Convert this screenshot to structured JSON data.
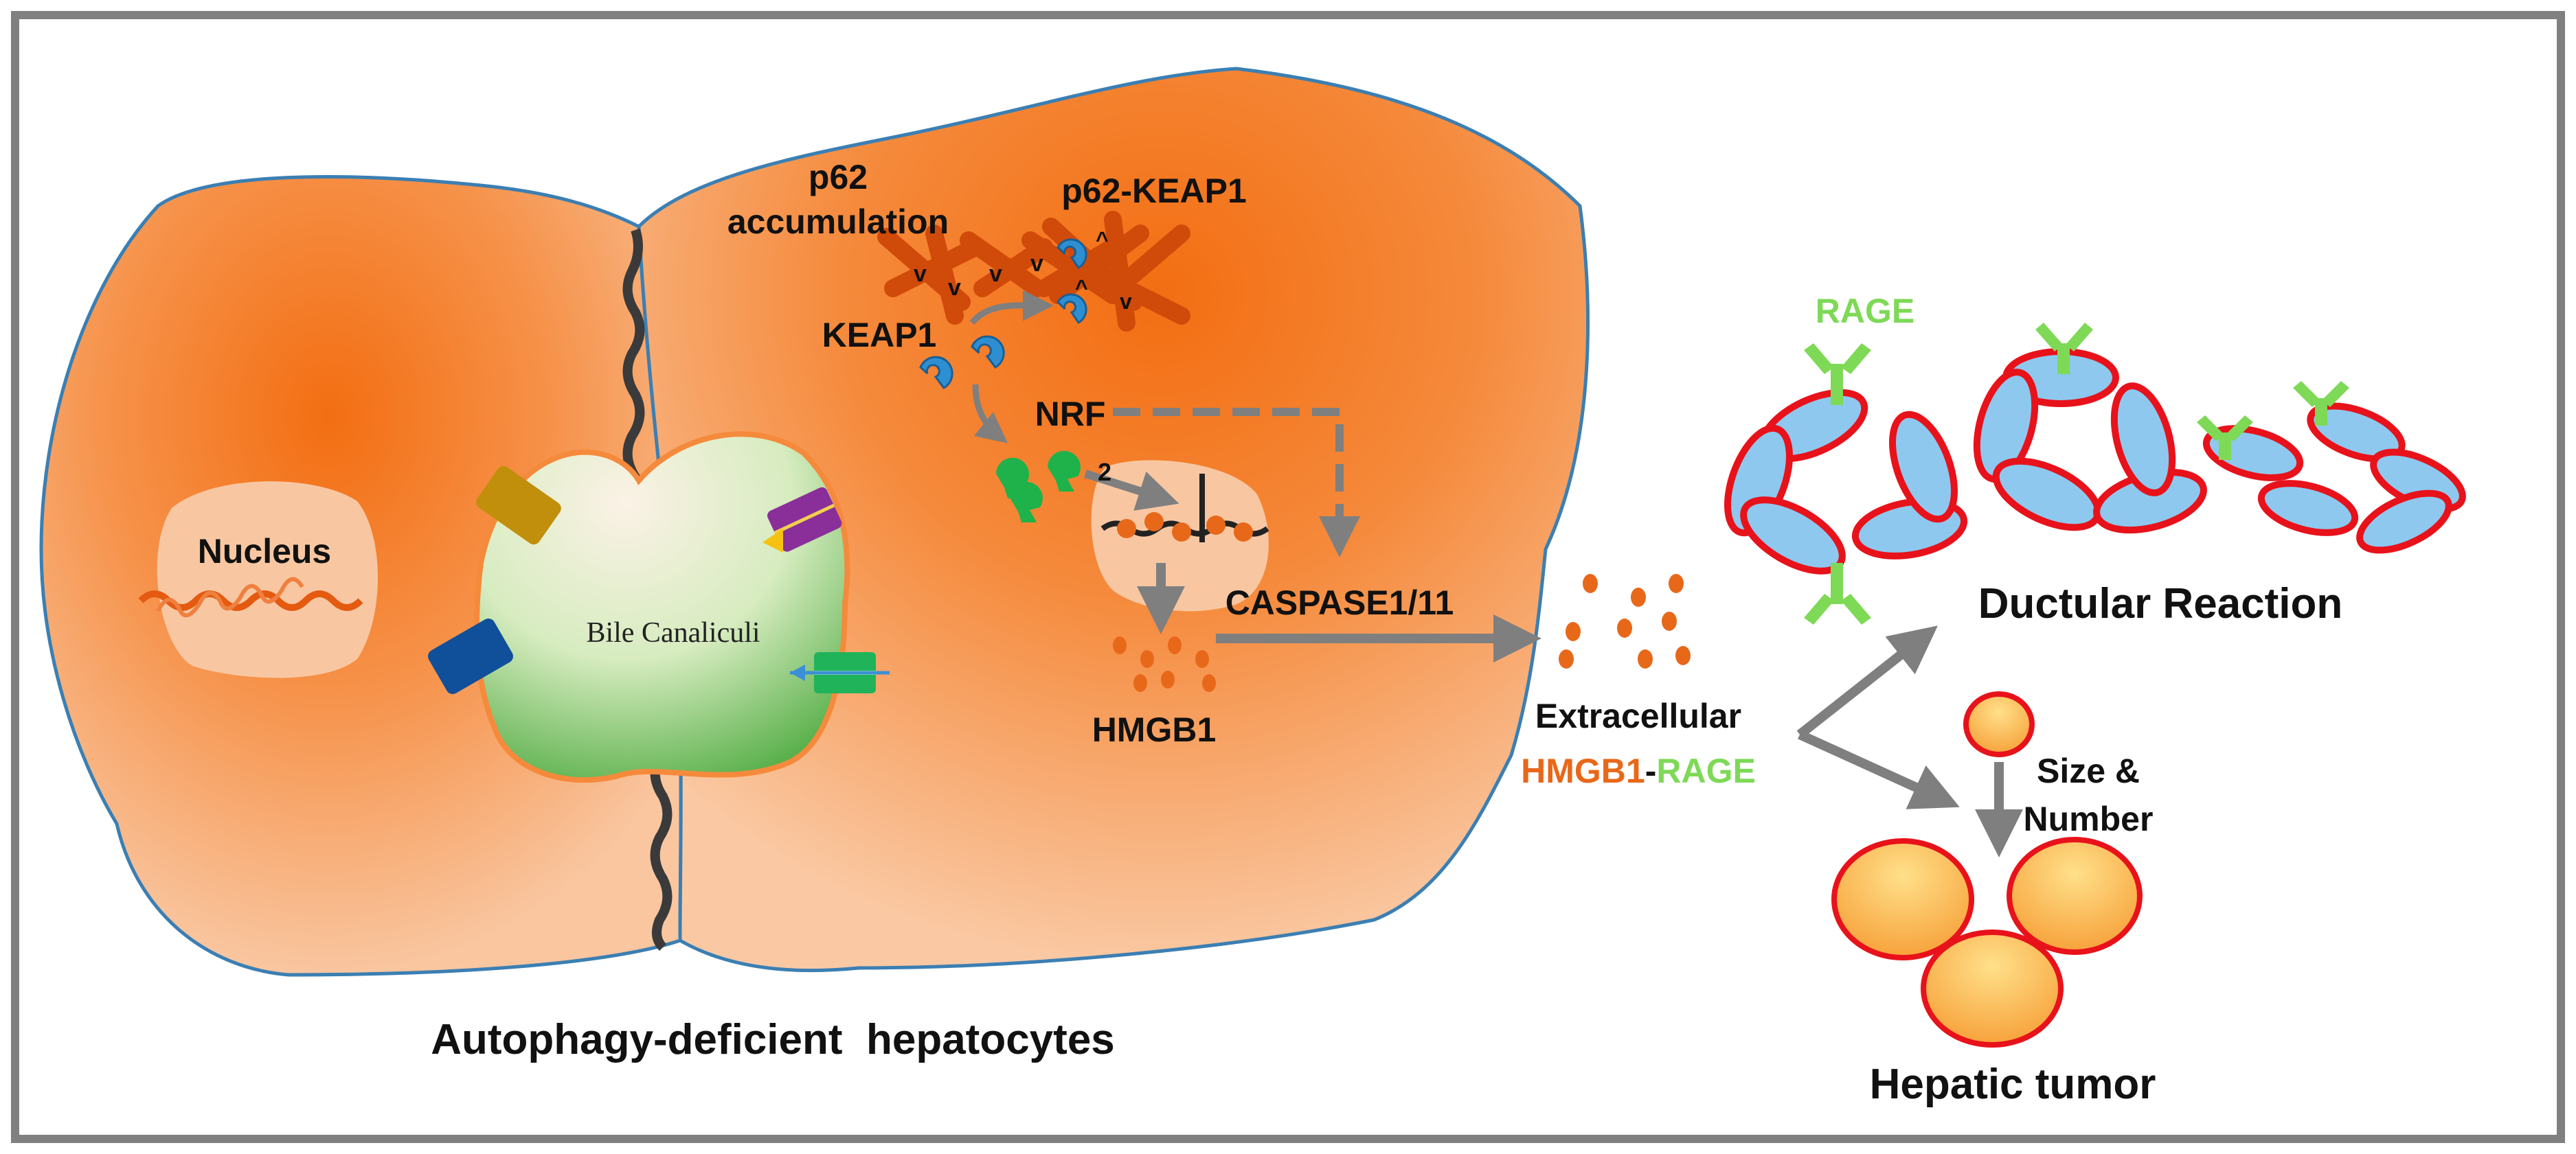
{
  "labels": {
    "p62_accumulation_line1": "p62",
    "p62_accumulation_line2": "accumulation",
    "p62_keap1": "p62-KEAP1",
    "keap1": "KEAP1",
    "nrf": "NRF",
    "nrf_sub": "2",
    "nucleus": "Nucleus",
    "bile_canaliculi": "Bile Canaliculi",
    "caspase": "CASPASE1/11",
    "hmgb1": "HMGB1",
    "extracellular": "Extracellular",
    "hmgb1_part": "HMGB1",
    "dash": "-",
    "rage_part": "RAGE",
    "rage": "RAGE",
    "ductular_reaction": "Ductular Reaction",
    "size_number_line1": "Size &",
    "size_number_line2": "Number",
    "hepatic_tumor": "Hepatic tumor",
    "caption": "Autophagy-deficient  hepatocytes"
  },
  "colors": {
    "cell_orange": "#f47a20",
    "cell_light": "#f8c19a",
    "cell_outline": "#3b7fb3",
    "hmgb1_orange": "#e8681a",
    "rage_green": "#7ed957",
    "arrow_gray": "#7f7f7f",
    "keap1_blue": "#2d8fd1",
    "nrf_green": "#1fb24a",
    "duct_red": "#e8121b",
    "duct_blue": "#8ec8ee",
    "tumor_yellow": "#ffd45c"
  }
}
